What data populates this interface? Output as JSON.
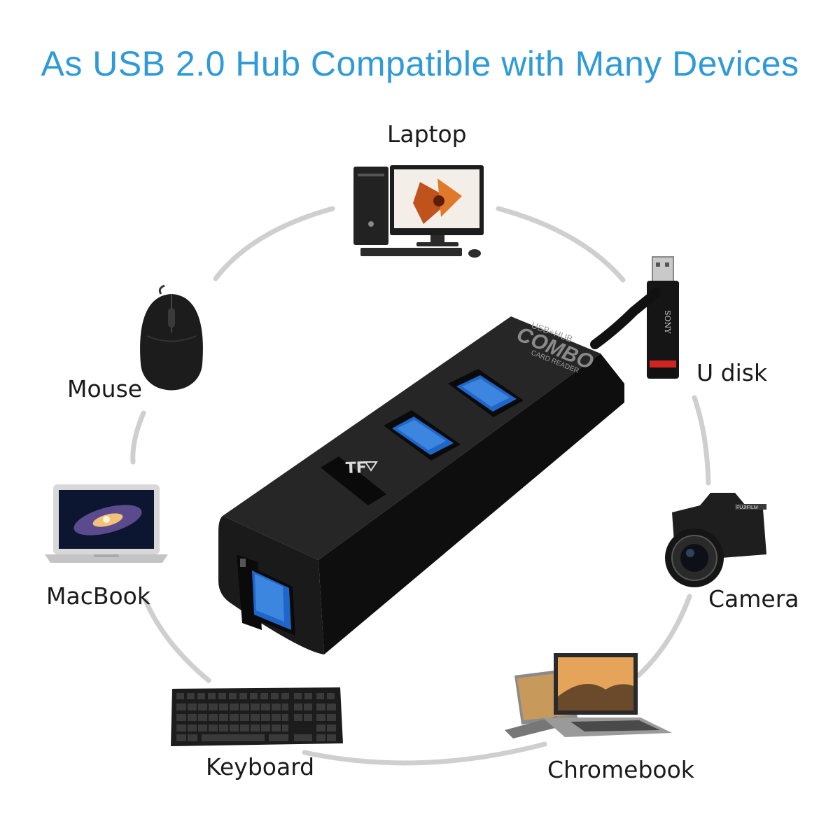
{
  "headline": "As USB 2.0 Hub Compatible with Many Devices",
  "devices": {
    "laptop": "Laptop",
    "udisk": "U disk",
    "mouse": "Mouse",
    "macbook": "MacBook",
    "camera": "Camera",
    "keyboard": "Keyboard",
    "chromebook": "Chromebook"
  },
  "hub": {
    "brand_small": "USB+HUB",
    "brand": "COMBO",
    "subtitle": "CARD READER",
    "slot": "TF"
  },
  "udisk_brand": "SONY",
  "camera_brand": "FUJIFILM",
  "colors": {
    "headline": "#2f9ad8",
    "ring": "#c9c9c9",
    "hub_body": "#1a1a1a",
    "usb_port": "#1f66c8"
  }
}
